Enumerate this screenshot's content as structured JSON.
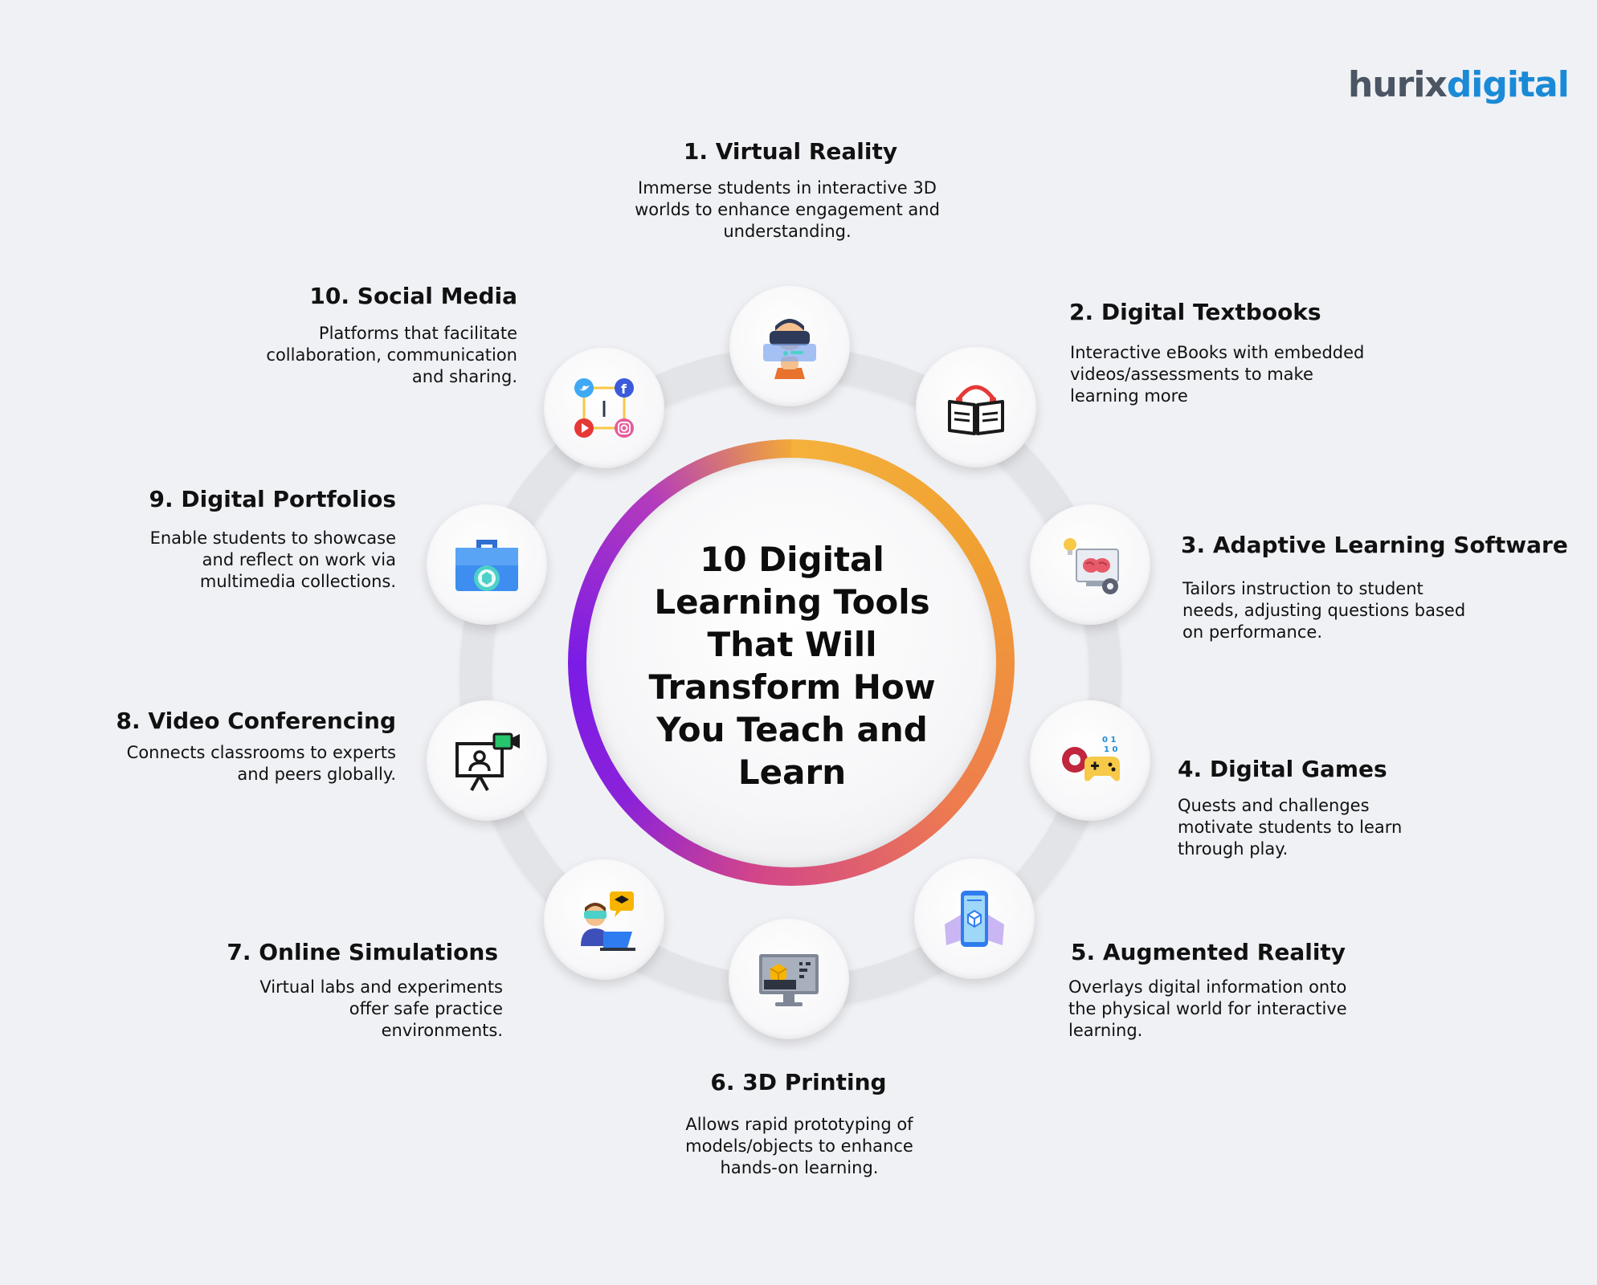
{
  "logo": {
    "part1": "hurix",
    "part2": "digital"
  },
  "center_title": "10 Digital Learning Tools That Will Transform How You Teach and Learn",
  "items": [
    {
      "title": "1. Virtual Reality",
      "description": "Immerse students in interactive 3D worlds to enhance engagement and understanding.",
      "icon": "vr-headset-icon"
    },
    {
      "title": "2. Digital Textbooks",
      "description": "Interactive eBooks with embedded videos/assessments to make learning more",
      "icon": "ebook-headphones-icon"
    },
    {
      "title": "3. Adaptive Learning Software",
      "description": "Tailors instruction to student needs, adjusting questions based on performance.",
      "icon": "brain-monitor-icon"
    },
    {
      "title": "4. Digital Games",
      "description": "Quests and challenges motivate students to learn through play.",
      "icon": "gamepad-gear-icon"
    },
    {
      "title": "5. Augmented Reality",
      "description": "Overlays digital information onto the physical world for interactive learning.",
      "icon": "ar-phone-icon"
    },
    {
      "title": "6. 3D Printing",
      "description": "Allows rapid prototyping of models/objects to enhance hands-on learning.",
      "icon": "3d-printer-monitor-icon"
    },
    {
      "title": "7. Online Simulations",
      "description": "Virtual labs and experiments offer safe practice environments.",
      "icon": "vr-student-laptop-icon"
    },
    {
      "title": "8. Video Conferencing",
      "description": "Connects classrooms to experts and peers globally.",
      "icon": "video-presentation-icon"
    },
    {
      "title": "9. Digital Portfolios",
      "description": "Enable students to showcase and reflect on work via multimedia collections.",
      "icon": "briefcase-icon"
    },
    {
      "title": "10. Social Media",
      "description": "Platforms that facilitate collaboration, communication and sharing.",
      "icon": "social-media-icon"
    }
  ],
  "colors": {
    "background": "#f0f1f5",
    "ring": "#e3e4e8",
    "gradient_start": "#f4b23c",
    "gradient_end": "#7b1be6",
    "logo_gray": "#4b5563",
    "logo_blue": "#1b8ad6"
  }
}
